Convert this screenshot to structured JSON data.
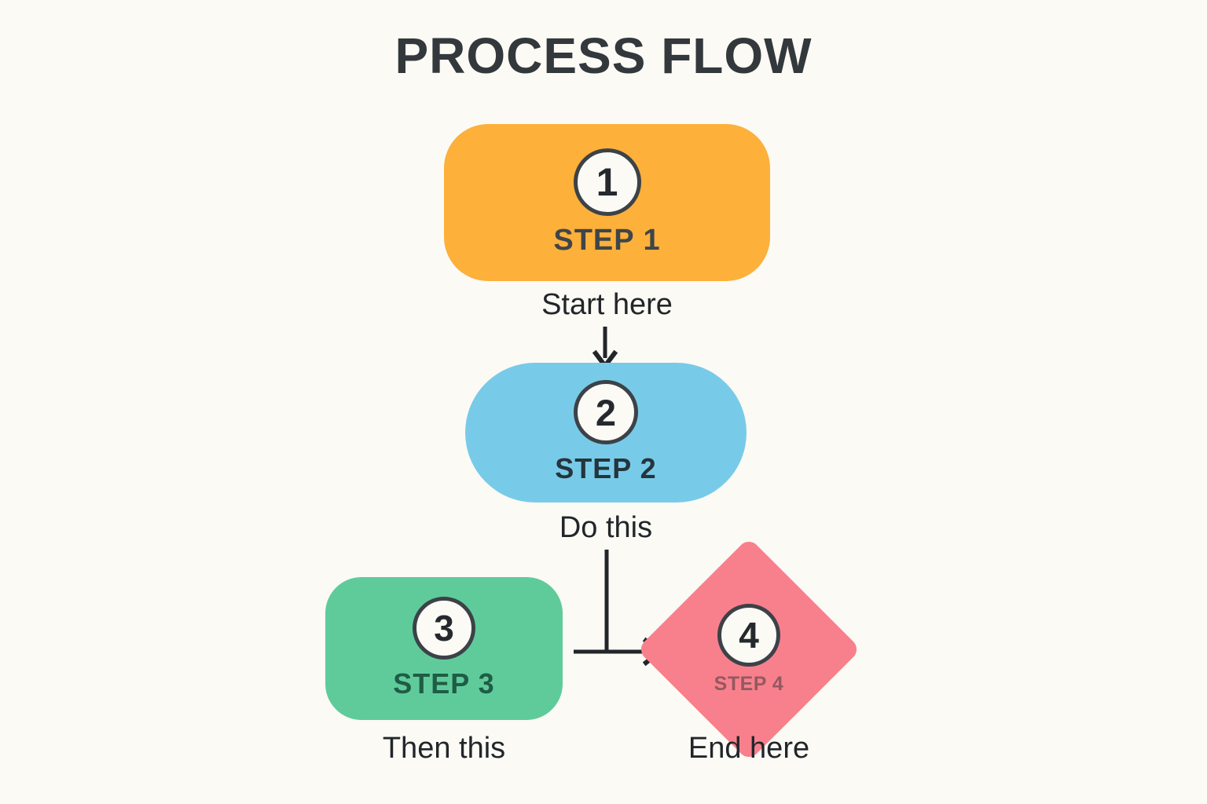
{
  "title": "PROCESS FLOW",
  "background_color": "#fbfaf5",
  "text_color": "#22262a",
  "diagram": {
    "type": "process-flow",
    "nodes": [
      {
        "id": "step-1",
        "number": "1",
        "label": "STEP 1",
        "shape": "rounded-rectangle",
        "color": "#fdb03a",
        "caption": "Start here"
      },
      {
        "id": "step-2",
        "number": "2",
        "label": "STEP 2",
        "shape": "stadium",
        "color": "#78cbe8",
        "caption": "Do this"
      },
      {
        "id": "step-3",
        "number": "3",
        "label": "STEP 3",
        "shape": "rounded-rectangle",
        "color": "#5fcb9b",
        "caption": "Then this"
      },
      {
        "id": "step-4",
        "number": "4",
        "label": "STEP 4",
        "shape": "diamond",
        "color": "#f8808c",
        "caption": "End here"
      }
    ],
    "connectors": [
      {
        "id": "c1",
        "from": "step-1",
        "to": "step-2",
        "style": "straight-arrow-down"
      },
      {
        "id": "c2",
        "from": "step-2",
        "to": "step-4",
        "style": "elbow-arrow-right"
      }
    ]
  }
}
